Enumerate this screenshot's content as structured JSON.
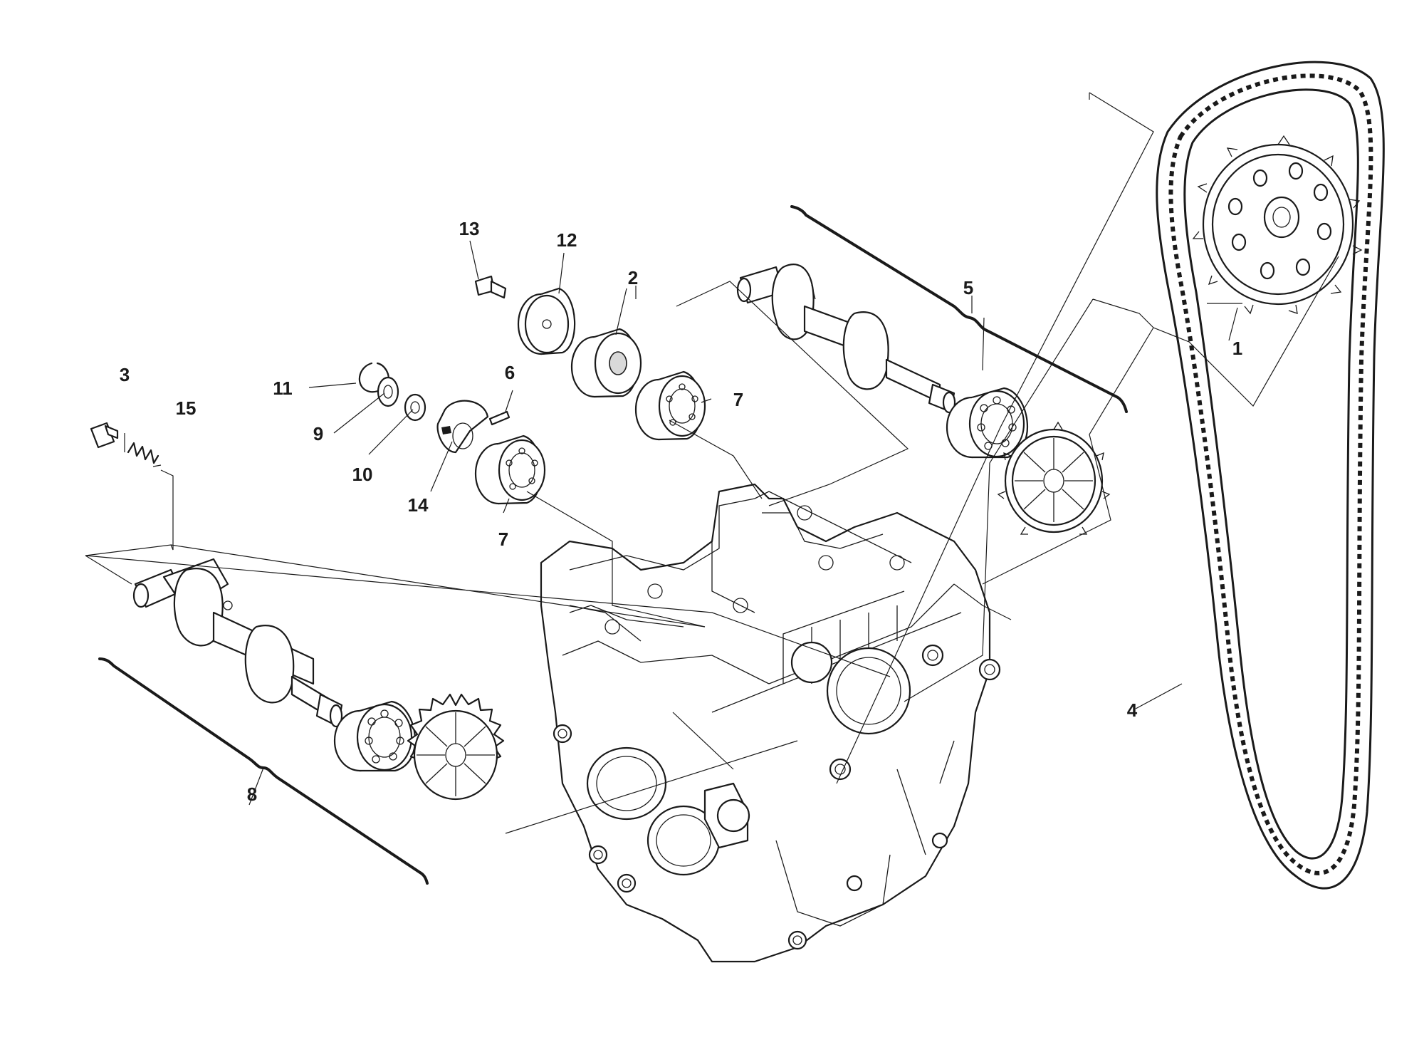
{
  "callouts": [
    {
      "id": "c1",
      "text": "1"
    },
    {
      "id": "c2",
      "text": "2"
    },
    {
      "id": "c3",
      "text": "3"
    },
    {
      "id": "c4",
      "text": "4"
    },
    {
      "id": "c5",
      "text": "5"
    },
    {
      "id": "c6",
      "text": "6"
    },
    {
      "id": "c7a",
      "text": "7"
    },
    {
      "id": "c7b",
      "text": "7"
    },
    {
      "id": "c8",
      "text": "8"
    },
    {
      "id": "c9",
      "text": "9"
    },
    {
      "id": "c10",
      "text": "10"
    },
    {
      "id": "c11",
      "text": "11"
    },
    {
      "id": "c12",
      "text": "12"
    },
    {
      "id": "c13",
      "text": "13"
    },
    {
      "id": "c14",
      "text": "14"
    },
    {
      "id": "c15",
      "text": "15"
    }
  ],
  "colors": {
    "line": "#1a1a1a",
    "background": "#ffffff",
    "shade": "#d9d9d9"
  }
}
